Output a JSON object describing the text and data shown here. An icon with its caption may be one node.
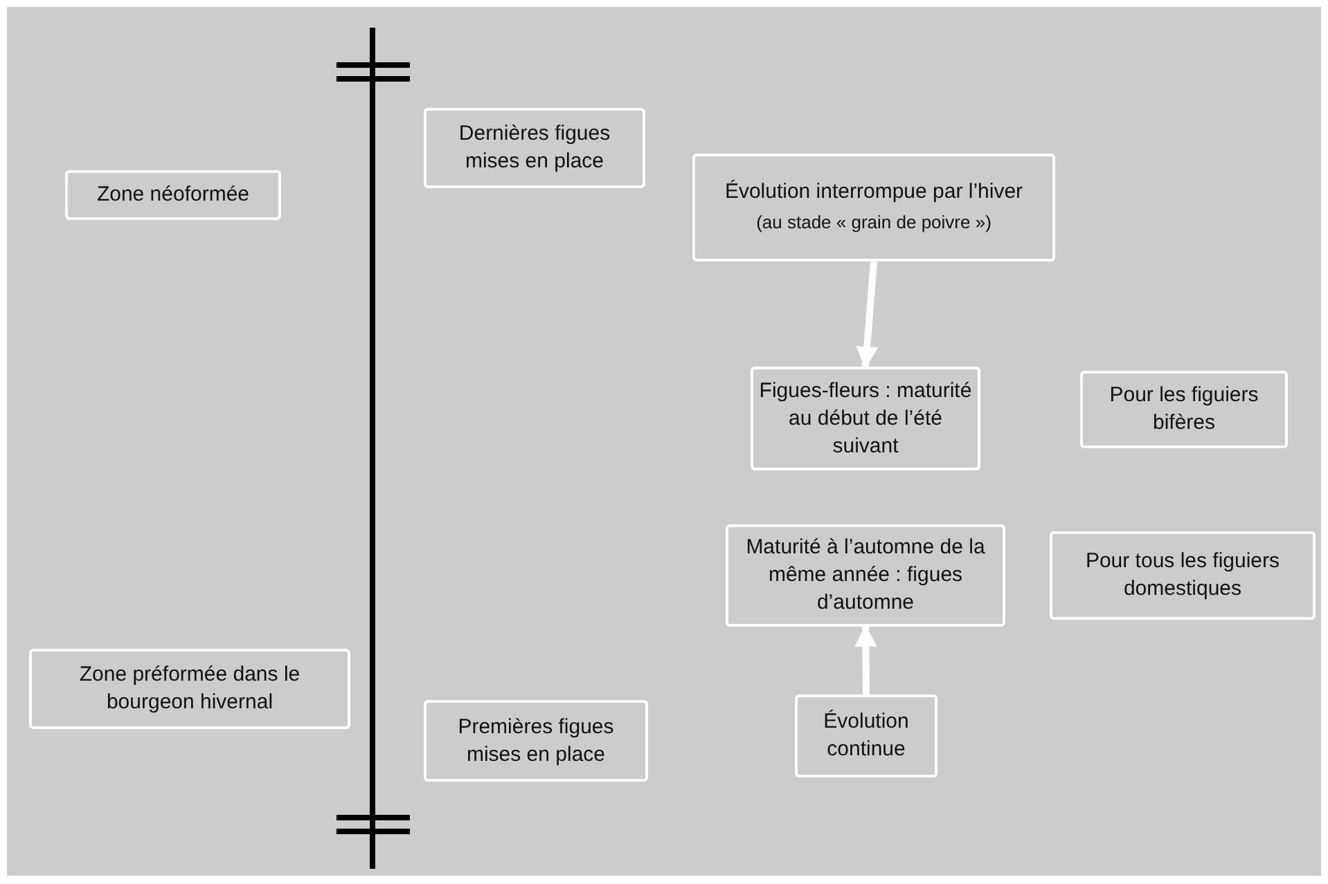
{
  "diagram": {
    "nodes": [
      {
        "text": [
          "Zone néoformée"
        ]
      },
      {
        "text": [
          "Dernières figues mises en place"
        ]
      },
      {
        "text": [
          "Évolution interrompue par l’hiver",
          "(au stade « grain de poivre »)"
        ]
      },
      {
        "text": [
          "Figues-fleurs : maturité au début de l’été suivant"
        ]
      },
      {
        "text": [
          "Pour les figuiers bifères"
        ]
      },
      {
        "text": [
          "Zone préformée dans le bourgeon hivernal"
        ]
      },
      {
        "text": [
          "Premières figues mises en place"
        ]
      },
      {
        "text": [
          "Maturité à l’automne de la même année : figues d’automne"
        ]
      },
      {
        "text": [
          "Pour tous les figuiers domestiques"
        ]
      },
      {
        "text": [
          "Évolution continue"
        ]
      }
    ],
    "edges": [
      {
        "from": 2,
        "to": 3,
        "arrow": "to"
      },
      {
        "from": 9,
        "to": 7,
        "arrow": "to"
      }
    ]
  }
}
